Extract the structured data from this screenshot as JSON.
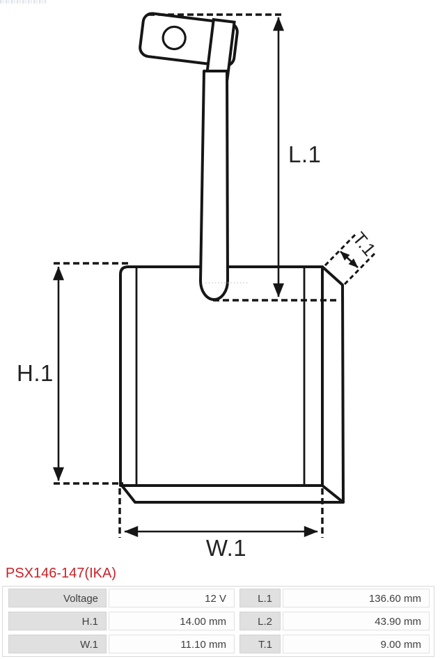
{
  "product": {
    "code": "PSX146-147(IKA)"
  },
  "diagram": {
    "description": "starter-brush-technical-drawing",
    "labels": {
      "l1": "L.1",
      "h1": "H.1",
      "w1": "W.1",
      "t1": "T.1"
    }
  },
  "specs": {
    "rows": [
      {
        "label": "Voltage",
        "value": "12 V",
        "label2": "L.1",
        "value2": "136.60 mm"
      },
      {
        "label": "H.1",
        "value": "14.00 mm",
        "label2": "L.2",
        "value2": "43.90 mm"
      },
      {
        "label": "W.1",
        "value": "11.10 mm",
        "label2": "T.1",
        "value2": "9.00 mm"
      }
    ]
  },
  "colors": {
    "accent": "#cb2127",
    "diagram_line": "#161616",
    "table_label_bg": "#e0e0e0",
    "table_border": "#d9d9d9",
    "text": "#3f3f3f",
    "page_background": "#ffffff"
  }
}
